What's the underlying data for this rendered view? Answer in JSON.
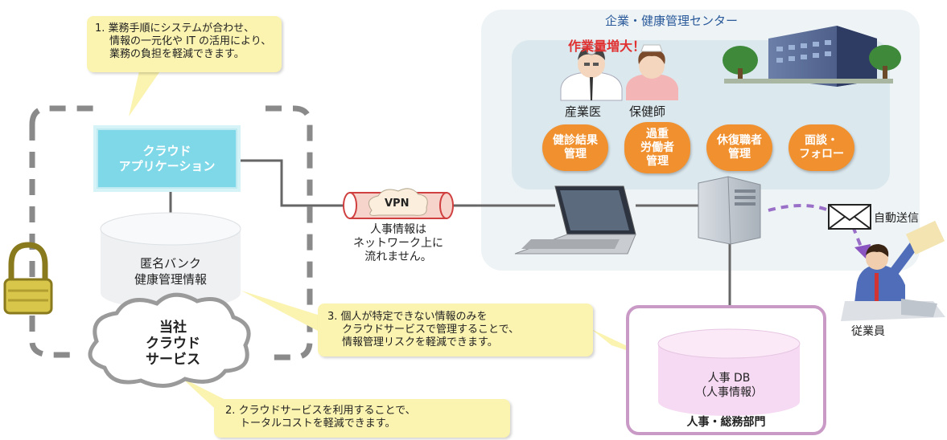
{
  "callouts": {
    "c1": [
      "1. 業務手順にシステムが合わせ、",
      "情報の一元化や IT の活用により、",
      "業務の負担を軽減できます。"
    ],
    "c2": [
      "2. クラウドサービスを利用することで、",
      "トータルコストを軽減できます。"
    ],
    "c3": [
      "3. 個人が特定できない情報のみを",
      "クラウドサービスで管理することで、",
      "情報管理リスクを軽減できます。"
    ]
  },
  "cloud_app": [
    "クラウド",
    "アプリケーション"
  ],
  "anon_db": [
    "匿名バンク",
    "健康管理情報"
  ],
  "company_cloud": [
    "当社",
    "クラウド",
    "サービス"
  ],
  "vpn": {
    "label": "VPN",
    "note": [
      "人事情報は",
      "ネットワーク上に",
      "流れません。"
    ]
  },
  "center": {
    "title": "企業・健康管理センター",
    "workload": "作業量増大！",
    "doctor": "産業医",
    "nurse": "保健師",
    "pills": [
      [
        "健診結果",
        "管理"
      ],
      [
        "過重",
        "労働者",
        "管理"
      ],
      [
        "休復職者",
        "管理"
      ],
      [
        "面談・",
        "フォロー"
      ]
    ]
  },
  "auto_send": "自動送信",
  "employee": "従業員",
  "hr": {
    "db": [
      "人事 DB",
      "（人事情報）"
    ],
    "dept": "人事・総務部門"
  },
  "colors": {
    "callout_bg": "#fbf3b0",
    "center_bg": "#e6eff3",
    "cloud_app_bg": "#7fd8e8",
    "pill_orange": "#f0902e",
    "hr_border": "#c99ac6",
    "hr_db": "#f6d9f2",
    "dashed_border": "#8a8a8a"
  }
}
